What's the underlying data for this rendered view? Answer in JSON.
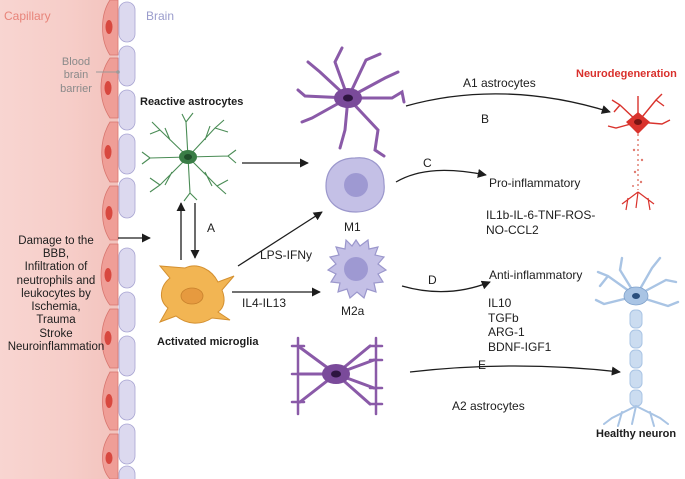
{
  "regions": {
    "capillary": "Capillary",
    "brain": "Brain",
    "bbb": "Blood\nbrain\nbarrier"
  },
  "cells": {
    "reactive_astrocytes": "Reactive astrocytes",
    "activated_microglia": "Activated microglia",
    "m1": "M1",
    "m2a": "M2a",
    "neurodegeneration": "Neurodegeneration",
    "healthy_neuron": "Healthy neuron"
  },
  "injury": "Damage to the\nBBB,\nInfiltration of\nneutrophils and\nleukocytes by\nIschemia,\nTrauma\nStroke\nNeuroinflammation",
  "pathways": {
    "a1_astrocytes": "A1 astrocytes",
    "a2_astrocytes": "A2 astrocytes",
    "lps": "LPS-IFNy",
    "il4": "IL4-IL13",
    "pro_inflammatory": "Pro-inflammatory",
    "pro_markers": "IL1b-IL-6-TNF-ROS-\nNO-CCL2",
    "anti_inflammatory": "Anti-inflammatory",
    "anti_markers": "IL10\nTGFb\nARG-1\nBDNF-IGF1"
  },
  "arrow_labels": {
    "a": "A",
    "b": "B",
    "c": "C",
    "d": "D",
    "e": "E"
  },
  "colors": {
    "capillary_text": "#e8847a",
    "brain_text": "#9a9ccc",
    "neurodegeneration_text": "#d9302c",
    "astrocyte_purple": "#8a5aa8",
    "reactive_green": "#3a7d46",
    "microglia_orange": "#f2b553",
    "macro_lavender": "#b9b5e0",
    "neuron_red": "#d9332d",
    "neuron_blue": "#a9c4e4"
  }
}
